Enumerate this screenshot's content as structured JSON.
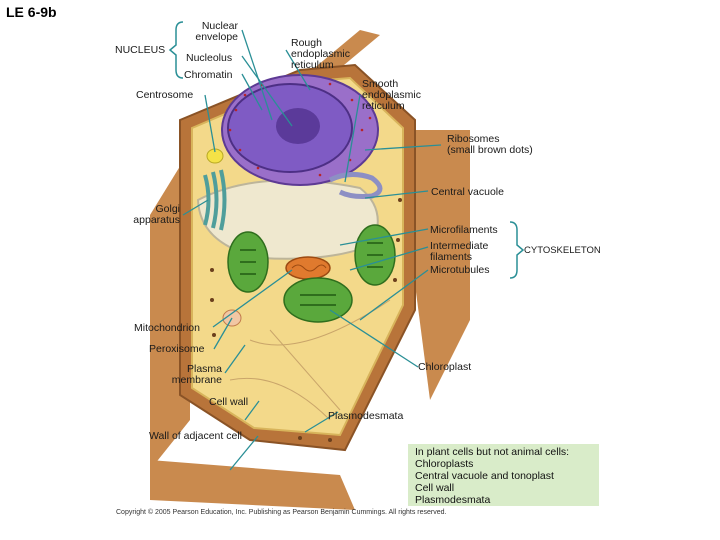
{
  "title": "LE 6-9b",
  "labels": {
    "nuclear_envelope": "Nuclear\nenvelope",
    "nucleolus": "Nucleolus",
    "chromatin": "Chromatin",
    "nucleus": "NUCLEUS",
    "centrosome": "Centrosome",
    "rough_er": "Rough\nendoplasmic\nreticulum",
    "smooth_er": "Smooth\nendoplasmic\nreticulum",
    "ribosomes": "Ribosomes\n(small brown dots)",
    "central_vacuole": "Central vacuole",
    "golgi": "Golgi\napparatus",
    "microfilaments": "Microfilaments",
    "intermediate_filaments": "Intermediate\nfilaments",
    "microtubules": "Microtubules",
    "cytoskeleton": "CYTOSKELETON",
    "mitochondrion": "Mitochondrion",
    "peroxisome": "Peroxisome",
    "plasma_membrane": "Plasma\nmembrane",
    "chloroplast": "Chloroplast",
    "cell_wall": "Cell wall",
    "plasmodesmata": "Plasmodesmata",
    "adjacent_wall": "Wall of adjacent cell"
  },
  "note": {
    "heading": "In plant cells but not animal cells:",
    "items": [
      "Chloroplasts",
      "Central vacuole and tonoplast",
      "Cell wall",
      "Plasmodesmata"
    ]
  },
  "copyright": "Copyright © 2005 Pearson Education, Inc. Publishing as Pearson Benjamin Cummings. All rights reserved.",
  "colors": {
    "cell_wall": "#b8743a",
    "cytoplasm": "#f3d98a",
    "nucleus": "#7f5bc4",
    "vacuole": "#efe8cf",
    "chloroplast": "#5aa83c",
    "golgi": "#6bb7b4",
    "mitochondrion": "#e07a2e",
    "leader_line": "#2a8f96",
    "note_bg": "#d9ecc9"
  }
}
